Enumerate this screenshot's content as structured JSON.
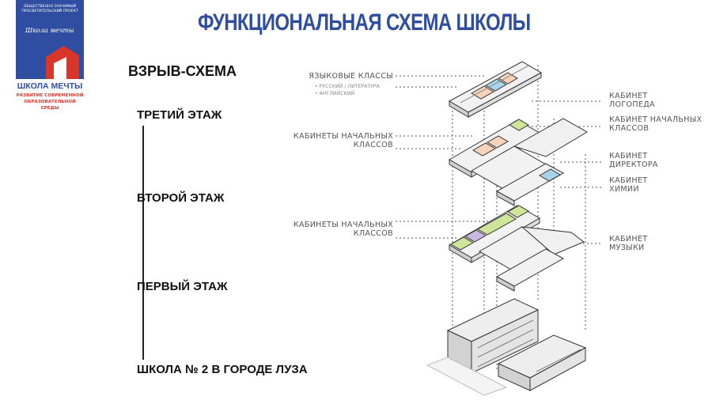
{
  "logo": {
    "top_text": "ОБЩЕСТВЕННО ЗНАЧИМЫЙ ПРОСВЕТИТЕЛЬСКИЙ ПРОЕКТ",
    "script_text": "Школа мечты",
    "name": "ШКОЛА МЕЧТЫ",
    "subtitle": "РАЗВИТИЕ СОВРЕМЕННОЙ ОБРАЗОВАТЕЛЬНОЙ СРЕДЫ"
  },
  "title": "ФУНКЦИОНАЛЬНАЯ СХЕМА ШКОЛЫ",
  "headings": {
    "main": "ВЗРЫВ-СХЕМА",
    "third_floor": "ТРЕТИЙ ЭТАЖ",
    "second_floor": "ВТОРОЙ ЭТАЖ",
    "first_floor": "ПЕРВЫЙ ЭТАЖ",
    "school": "ШКОЛА № 2 В ГОРОДЕ ЛУЗА"
  },
  "labels": {
    "language_classes": "ЯЗЫКОВЫЕ КЛАССЫ",
    "language_sub_1": "• РУССКИЙ / ЛИТЕРАТУРА",
    "language_sub_2": "• АНГЛИЙСКИЙ",
    "speech_therapist": "КАБИНЕТ ЛОГОПЕДА",
    "primary_classroom_3rd": "КАБИНЕТ НАЧАЛЬНЫХ КЛАССОВ",
    "primary_classrooms_2nd": "КАБИНЕТЫ НАЧАЛЬНЫХ КЛАССОВ",
    "director": "КАБИНЕТ ДИРЕКТОРА",
    "chemistry": "КАБИНЕТ ХИМИИ",
    "primary_classrooms_1st": "КАБИНЕТЫ НАЧАЛЬНЫХ КЛАССОВ",
    "music": "КАБИНЕТ МУЗЫКИ"
  },
  "colors": {
    "brand_blue": "#2f4ea1",
    "brand_red": "#d9362b",
    "zone_green": "#cfe59a",
    "zone_blue": "#a9d3ea",
    "zone_peach": "#f6d4bb",
    "zone_purple": "#c9b8e0"
  }
}
